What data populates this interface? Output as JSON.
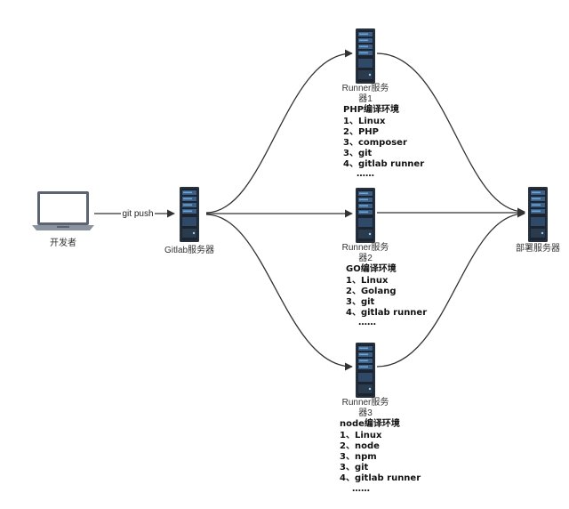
{
  "nodes": {
    "developer": {
      "label": "开发者"
    },
    "gitlab": {
      "label": "Gitlab服务器"
    },
    "runner_php": {
      "label_line1": "Runner服务",
      "label_line2": "器1"
    },
    "runner_go": {
      "label_line1": "Runner服务",
      "label_line2": "器2"
    },
    "runner_node": {
      "label_line1": "Runner服务",
      "label_line2": "器3"
    },
    "deploy": {
      "label": "部署服务器"
    }
  },
  "edges": {
    "git_push": {
      "label": "git push"
    }
  },
  "envs": {
    "php": {
      "title": "PHP编译环境",
      "items": [
        "1、Linux",
        "2、PHP",
        "3、composer",
        "3、git",
        "4、gitlab runner",
        "……"
      ]
    },
    "go": {
      "title": "GO编译环境",
      "items": [
        "1、Linux",
        "2、Golang",
        "3、git",
        "4、gitlab runner",
        "……"
      ]
    },
    "node": {
      "title": "node编译环境",
      "items": [
        "1、Linux",
        "2、node",
        "3、npm",
        "3、git",
        "4、gitlab runner",
        "……"
      ]
    }
  },
  "colors": {
    "line": "#333333",
    "server_body": "#26313d",
    "server_panel": "#3b5f86",
    "server_stripe": "#6fa6d8",
    "laptop_frame": "#5b6470",
    "laptop_screen": "#ffffff",
    "laptop_base": "#8a939e"
  }
}
